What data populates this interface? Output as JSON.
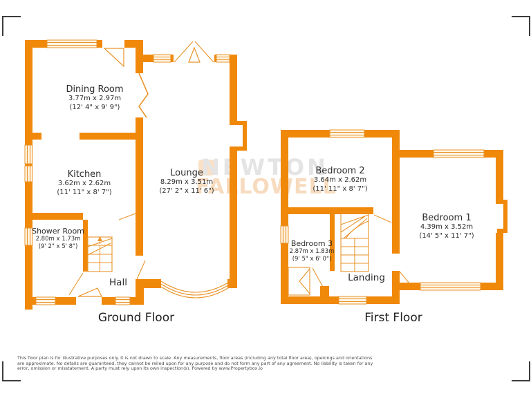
{
  "colors": {
    "wall": "#F0880A",
    "line": "#E8932A",
    "winfill": "#FFF4E2",
    "text": "#2d2d2d",
    "wm_gray": "#E4E4E4",
    "wm_orange": "#F7DBBE",
    "mark": "#3c3c3c",
    "footer": "#4a4a4a"
  },
  "watermark": {
    "line1": "NEWTON",
    "line2": "FALLOWELL"
  },
  "ground": {
    "title": "Ground Floor",
    "rooms": {
      "dining": {
        "name": "Dining Room",
        "metric": "3.77m x 2.97m",
        "imperial": "(12' 4\" x 9' 9\")"
      },
      "kitchen": {
        "name": "Kitchen",
        "metric": "3.62m x 2.62m",
        "imperial": "(11' 11\" x 8' 7\")"
      },
      "lounge": {
        "name": "Lounge",
        "metric": "8.29m x 3.51m",
        "imperial": "(27' 2\" x 11' 6\")"
      },
      "shower": {
        "name": "Shower Room",
        "metric": "2.80m x 1.73m",
        "imperial": "(9' 2\" x 5' 8\")"
      },
      "hall": {
        "name": "Hall"
      }
    }
  },
  "first": {
    "title": "First Floor",
    "rooms": {
      "bedroom2": {
        "name": "Bedroom 2",
        "metric": "3.64m x 2.62m",
        "imperial": "(11' 11\" x 8' 7\")"
      },
      "bedroom1": {
        "name": "Bedroom 1",
        "metric": "4.39m x 3.52m",
        "imperial": "(14' 5\" x 11' 7\")"
      },
      "bedroom3": {
        "name": "Bedroom 3",
        "metric": "2.87m x 1.83m",
        "imperial": "(9' 5\" x 6' 0\")"
      },
      "landing": {
        "name": "Landing"
      }
    }
  },
  "footer": {
    "disclaimer": "This floor plan is for illustrative purposes only. It is not drawn to scale. Any measurements, floor areas (including any total floor area), openings and orientations are approximate. No details are guaranteed, they cannot be relied upon for any purpose and do not form any part of any agreement. No liability is taken for any error, omission or misstatement. A party must rely upon its own inspection(s). Powered by www.Propertybox.io"
  }
}
